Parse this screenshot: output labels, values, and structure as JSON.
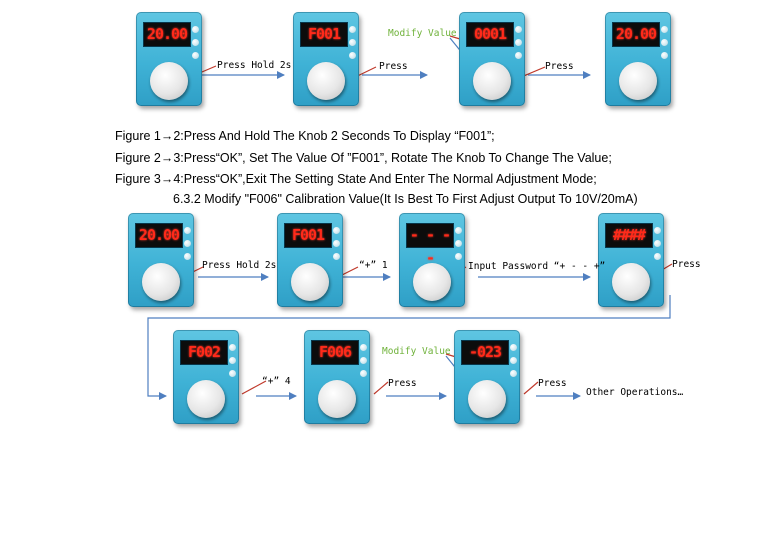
{
  "row1": {
    "displays": [
      "20.00",
      "F001",
      "0001",
      "20.00"
    ],
    "labels": {
      "press_hold": "Press Hold 2s",
      "press_a": "Press",
      "modify": "Modify Value",
      "press_b": "Press"
    }
  },
  "instructions": [
    "Figure 1→2:Press And Hold The Knob 2 Seconds To Display “F001”;",
    "Figure 2→3:Press“OK”, Set The Value Of ”F001”, Rotate The Knob To Change The Value;",
    "Figure 3→4:Press“OK”,Exit The Setting State And Enter The Normal Adjustment Mode;"
  ],
  "section_heading": "6.3.2   Modify \"F006\" Calibration Value(It Is Best To First Adjust Output To 10V/20mA)",
  "row2": {
    "displays": [
      "20.00",
      "F001",
      "- - - -",
      "####"
    ],
    "labels": {
      "press_hold": "Press Hold 2s",
      "plus_one": "“+”  1",
      "password": "Input Password “+ - - +”",
      "press": "Press"
    }
  },
  "row3": {
    "displays": [
      "F002",
      "F006",
      "-023"
    ],
    "labels": {
      "plus_four": "“+”  4",
      "press_a": "Press",
      "modify": "Modify Value",
      "press_b": "Press",
      "other": "Other Operations…"
    }
  },
  "colors": {
    "device": "#45b8da",
    "arrow": "#4f7fc0",
    "pointer": "#c0392b",
    "modify_label": "#6fb23a",
    "display_digits": "#ff2a1a"
  }
}
